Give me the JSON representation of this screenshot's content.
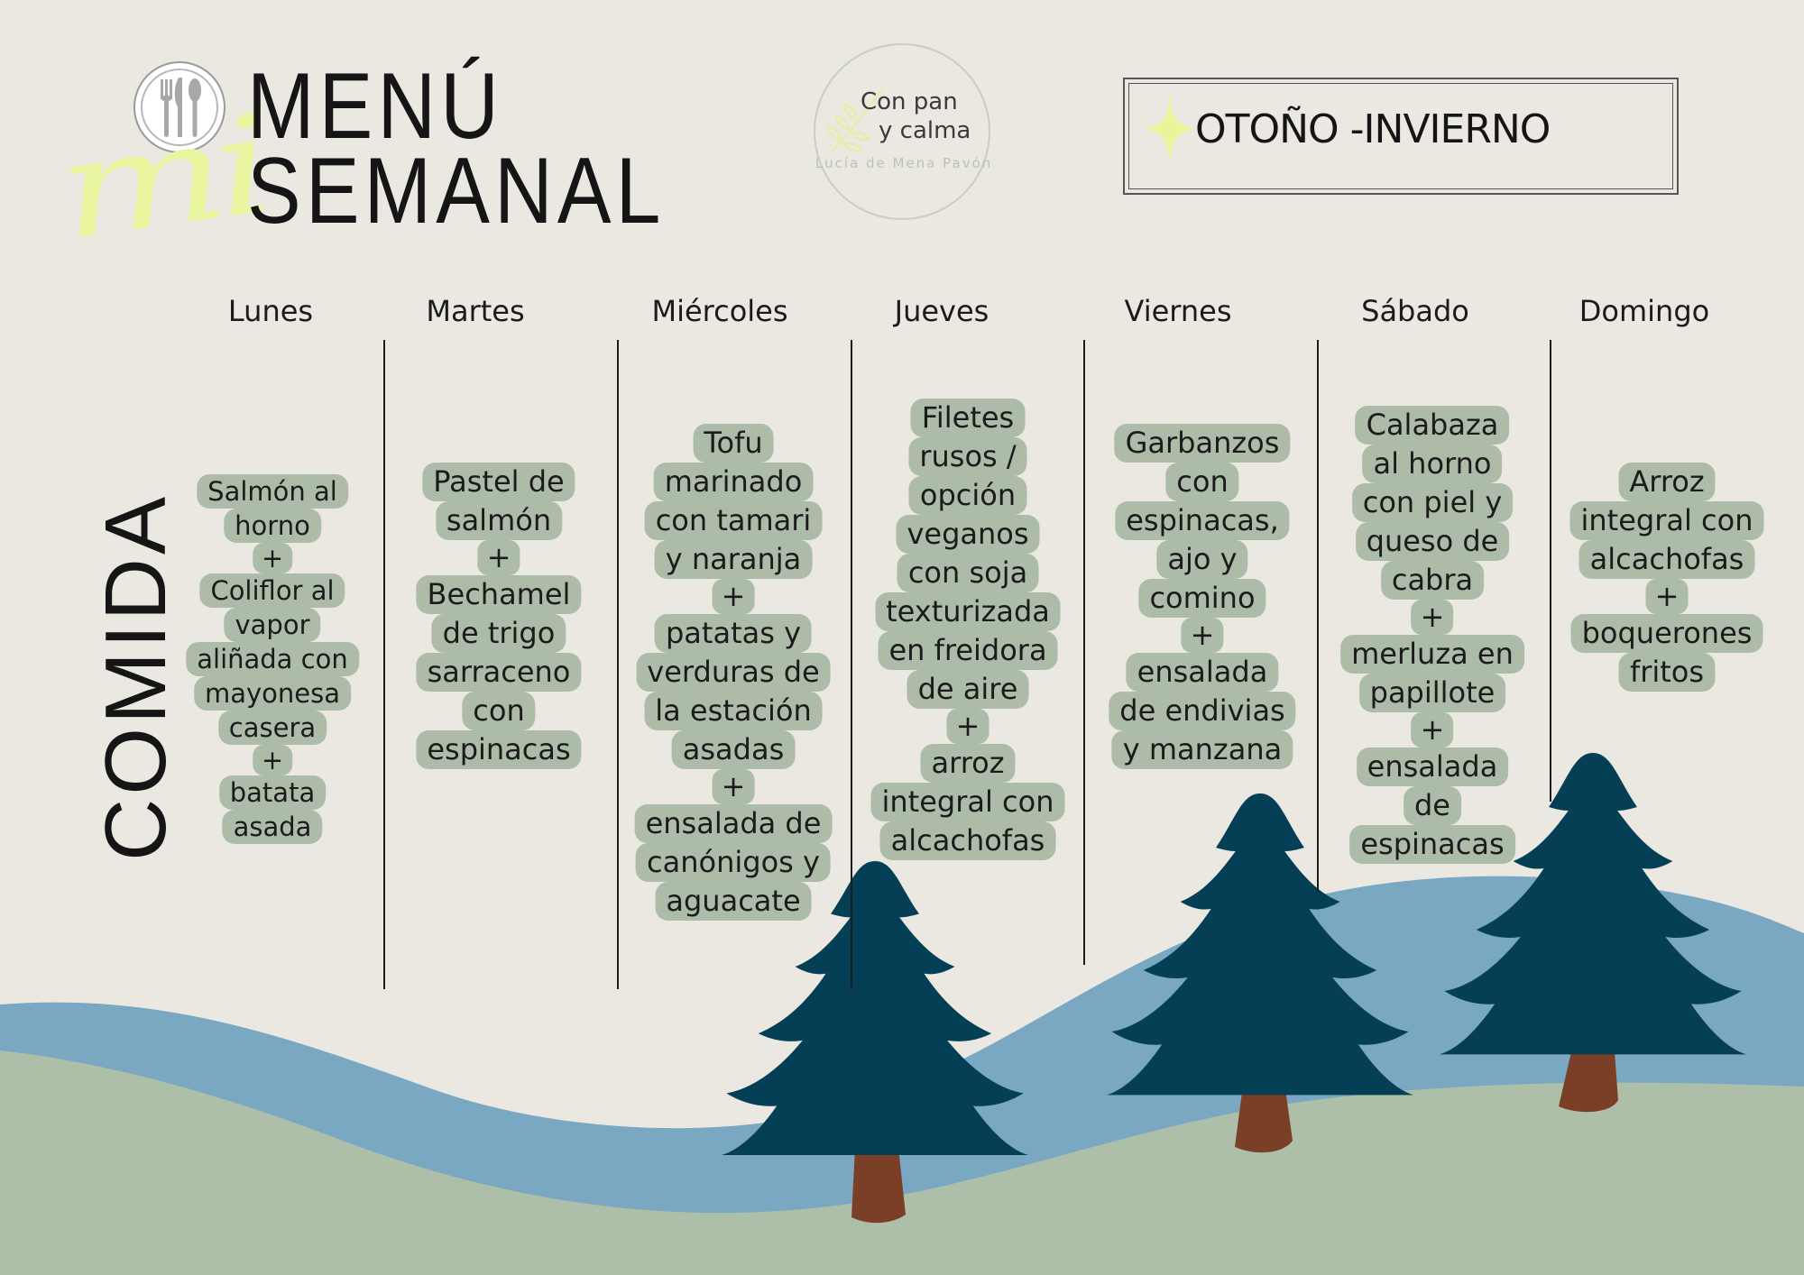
{
  "header": {
    "title_line1": "MENÚ",
    "title_line2": "SEMANAL",
    "script_word": "mi",
    "logo": {
      "line1": "Con pan",
      "line2": "y calma",
      "author": "Lucía de Mena Pavón"
    },
    "season": "OTOÑO -INVIERNO"
  },
  "row_label": "COMIDA",
  "days": [
    "Lunes",
    "Martes",
    "Miércoles",
    "Jueves",
    "Viernes",
    "Sábado",
    "Domingo"
  ],
  "meals": [
    [
      "Salmón al",
      "horno",
      "+",
      "Coliflor al",
      "vapor",
      "aliñada con",
      "mayonesa",
      "casera",
      "+",
      "batata",
      "asada"
    ],
    [
      "Pastel de",
      "salmón",
      "+",
      "Bechamel",
      "de trigo",
      "sarraceno",
      "con",
      "espinacas"
    ],
    [
      "Tofu",
      "marinado",
      "con tamari",
      "y naranja",
      "+",
      "patatas y",
      "verduras de",
      "la estación",
      "asadas",
      "+",
      "ensalada de",
      "canónigos y",
      "aguacate"
    ],
    [
      "Filetes",
      "rusos /",
      "opción",
      "veganos",
      "con soja",
      "texturizada",
      "en freidora",
      "de aire",
      "+",
      "arroz",
      "integral con",
      "alcachofas"
    ],
    [
      "Garbanzos",
      "con",
      "espinacas,",
      "ajo y",
      "comino",
      "+",
      "ensalada",
      "de endivias",
      "y manzana"
    ],
    [
      "Calabaza",
      "al horno",
      "con piel y",
      "queso de",
      "cabra",
      "+",
      "merluza en",
      "papillote",
      "+",
      "ensalada",
      "de",
      "espinacas"
    ],
    [
      "Arroz",
      "integral con",
      "alcachofas",
      "+",
      "boquerones",
      "fritos"
    ]
  ],
  "icons": [
    "plate-cutlery-icon",
    "sparkle-star-icon",
    "wheat-icon",
    "pine-tree-icon"
  ],
  "colors": {
    "background": "#ebe8e2",
    "chip": "#adbca8",
    "river": "#7aa7c1",
    "hill": "#adbfa8",
    "tree": "#043f55",
    "trunk": "#7b3f27",
    "accent": "#eaf5a0"
  }
}
